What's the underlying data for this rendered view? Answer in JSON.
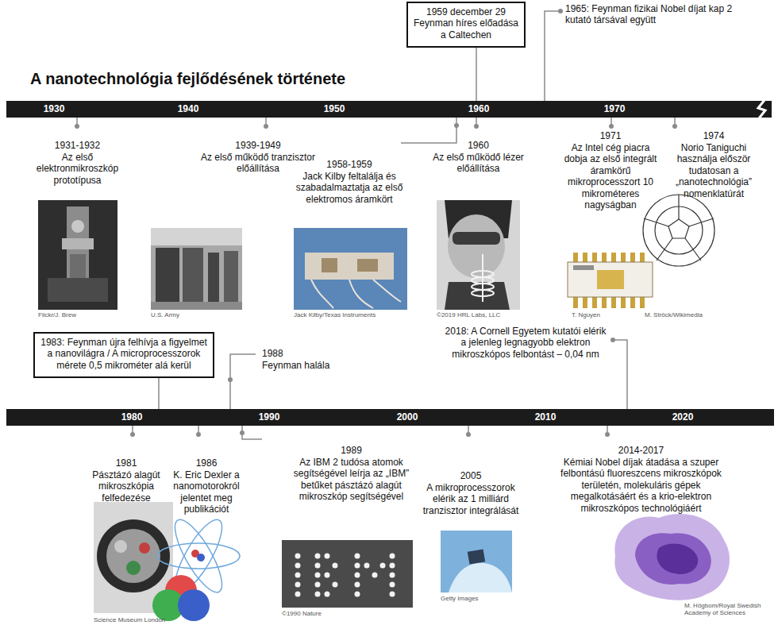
{
  "diagram": {
    "title": "A nanotechnológia fejlődésének története",
    "nodes": [
      {
        "text": [
          "1959 december 29 Feynman híres előadása a Caltechen"
        ]
      },
      {
        "text": [
          "1930",
          "1940",
          "1950",
          "1960",
          "1970"
        ]
      },
      {
        "text": [
          "1983: Feynman újra felhívja a figyelmet a nanovilágra / A microprocesszorok mérete 0,5 mikrométer alá kerül"
        ]
      },
      {
        "text": [
          "1980",
          "1990",
          "2000",
          "2010",
          "2020"
        ]
      }
    ],
    "edges": [
      {
        "from": 0,
        "to": 1,
        "arrow": "none"
      },
      {
        "from": 2,
        "to": 3,
        "arrow": "none"
      }
    ],
    "labels": [
      "1965: Feynman fizikai Nobel díjat kap 2 kutató társával együtt",
      "1931-1932",
      "Az első elektronmikroszkóp prototípusa",
      "1939-1949",
      "Az első működő tranzisztor előállítása",
      "1958-1959",
      "Jack Kilby feltalálja és szabadalmaztatja az első elektromos áramkört",
      "1960",
      "Az első működő lézer előállítása",
      "1971",
      "Az Intel cég piacra dobja az első integrált áramkörű mikroprocesszort 10 mikrométeres nagyságban",
      "1974",
      "Norio Taniguchi használja először tudatosan a „nanotechnológia” nomenklatúrát",
      "Flickr/J. Brew",
      "U.S. Army",
      "Jack Kilby/Texas Instruments",
      "©2019 HRL Labs, LLC",
      "T. Nguyen",
      "M. Ströck/Wikimedia",
      "1988",
      "Feynman halála",
      "2018: A Cornell Egyetem kutatói elérik a jelenleg legnagyobb elektron mikroszkópos felbontást – 0,04 nm",
      "1981",
      "Pásztázó alagút mikroszkópia felfedezése",
      "1986",
      "K. Eric Dexler a nanomotorokról jelentet meg publikációt",
      "1989",
      "Az IBM 2 tudósa atomok segítségével leírja az „IBM” betűket pásztázó alagút mikroszkóp segítségével",
      "2005",
      "A mikroprocesszorok elérik az 1 milliárd tranzisztor integrálását",
      "2014-2017",
      "Kémiai Nobel díjak átadása a szuper felbontású fluoreszcens mikroszkópok területén, molekuláris gépek megalkotásáért és a krio-elektron mikroszkópos technológiáért",
      "Science Museum London",
      "©1990 Nature",
      "Getty Images",
      "M. Högbom/Royal Swedish Academy of Sciences"
    ]
  }
}
